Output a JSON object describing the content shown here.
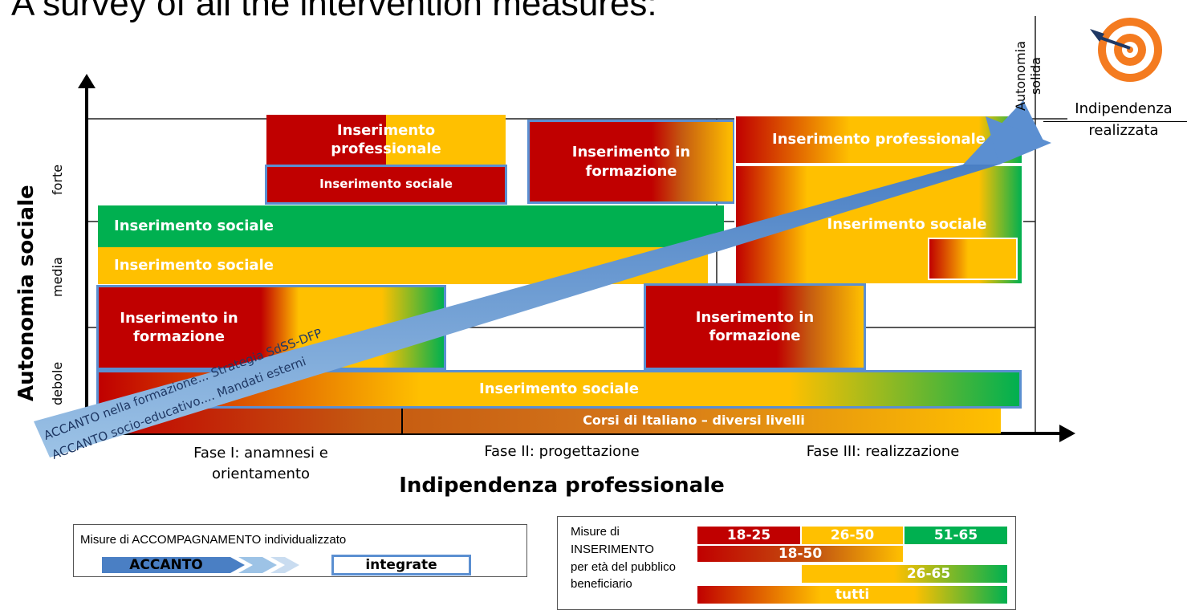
{
  "title": "A survey of all the intervention measures:",
  "axes": {
    "ylabel": "Autonomia sociale",
    "xlabel": "Indipendenza professionale",
    "y_levels": [
      "debole",
      "media",
      "forte"
    ],
    "x_phases": [
      "Fase I: anamnesi e orientamento",
      "Fase II: progettazione",
      "Fase III: realizzazione"
    ],
    "x_phase1_line1": "Fase I: anamnesi e",
    "x_phase1_line2": "orientamento"
  },
  "target": {
    "autonomia": "Autonomia",
    "solida": "solida",
    "indip1": "Indipendenza",
    "indip2": "realizzata",
    "icon": "target-icon"
  },
  "measures": {
    "ins_prof_1": "Inserimento professionale",
    "ins_soc_1": "Inserimento sociale",
    "ins_form_1": "Inserimento in formazione",
    "ins_prof_2": "Inserimento professionale",
    "ins_soc_2": "Inserimento sociale",
    "ins_soc_green": "Inserimento sociale",
    "ins_soc_yellow": "Inserimento sociale",
    "ins_form_2": "Inserimento in formazione",
    "ins_form_3": "Inserimento in formazione",
    "ins_soc_long": "Inserimento sociale",
    "corsi": "Corsi di Italiano – diversi livelli"
  },
  "arrow_text": {
    "line1": "ACCANTO nella formazione...  Strategia SdSS-DFP",
    "line2": "ACCANTO socio-educativo....   Mandati esterni"
  },
  "legend_accompagnamento": {
    "title": "Misure di ACCOMPAGNAMENTO individualizzato",
    "accanto": "ACCANTO",
    "integrate": "integrate"
  },
  "legend_age": {
    "text1": "Misure di",
    "text2": "INSERIMENTO",
    "text3": "per età del pubblico",
    "text4": "beneficiario",
    "r1": "18-25",
    "r2": "26-50",
    "r3": "51-65",
    "r4": "18-50",
    "r5": "26-65",
    "r6": "tutti"
  },
  "colors": {
    "red": "#c00000",
    "orange": "#c55a11",
    "yellow": "#ffc000",
    "green": "#00b050",
    "blue": "#5b8fd1",
    "lightblue": "#9dc3e6",
    "target_orange": "#f47b20"
  }
}
